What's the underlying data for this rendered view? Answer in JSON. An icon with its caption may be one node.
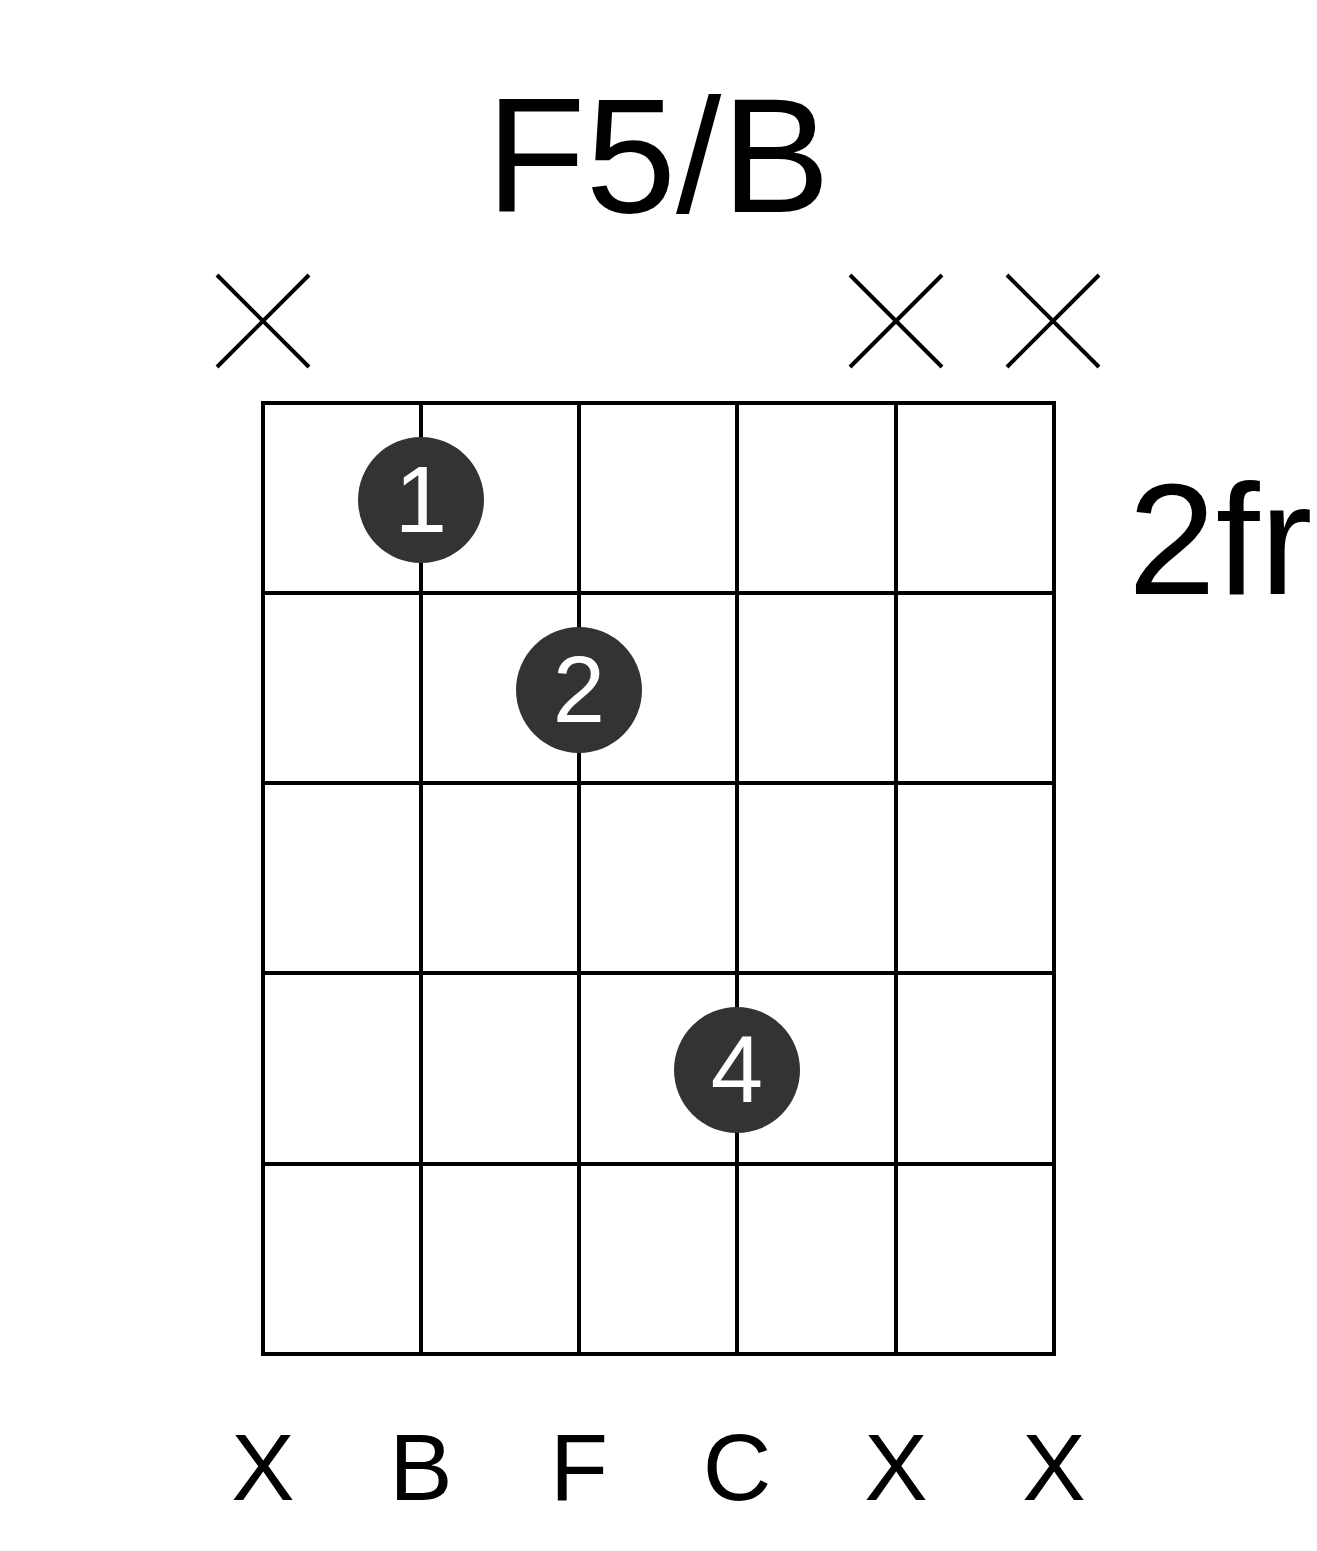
{
  "diagram": {
    "title": "F5/B",
    "nodes": [
      {
        "text": [],
        "shape": "cross"
      },
      {
        "text": [],
        "shape": "cross"
      },
      {
        "text": [],
        "shape": "cross"
      },
      {
        "text": [
          "1"
        ]
      },
      {
        "text": [
          "2"
        ]
      },
      {
        "text": [
          "4"
        ]
      }
    ],
    "labels": [
      "2fr",
      "X",
      "B",
      "F",
      "C",
      "X",
      "X"
    ]
  }
}
